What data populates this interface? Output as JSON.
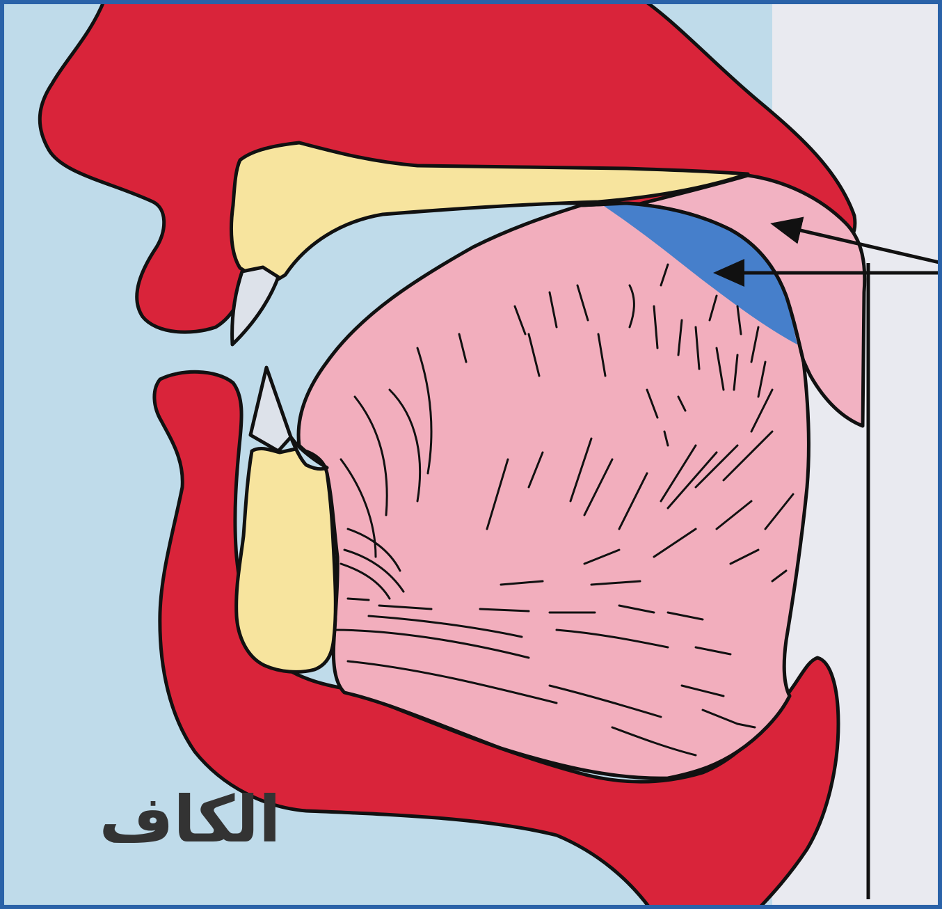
{
  "label": "الكاف",
  "colors": {
    "background": "#bfdbea",
    "background_right": "#e9eaf0",
    "frame": "#2a62a8",
    "soft_tissue": "#d9243a",
    "bone": "#f7e49e",
    "teeth": "#dde2ea",
    "tongue": "#f2aebd",
    "soft_palate": "#f2b2c2",
    "articulation_point": "#3c7ccb",
    "outline": "#111111"
  },
  "parts": {
    "upper_lip": "soft-tissue",
    "palate": "bone",
    "upper_incisor": "tooth",
    "lower_incisor": "tooth",
    "lower_jaw": "bone",
    "tongue": "muscle",
    "soft_palate": "soft-palate",
    "articulation_point": "place-of-articulation"
  },
  "pointer_arrows": [
    {
      "target": "soft-palate"
    },
    {
      "target": "articulation-point"
    }
  ]
}
